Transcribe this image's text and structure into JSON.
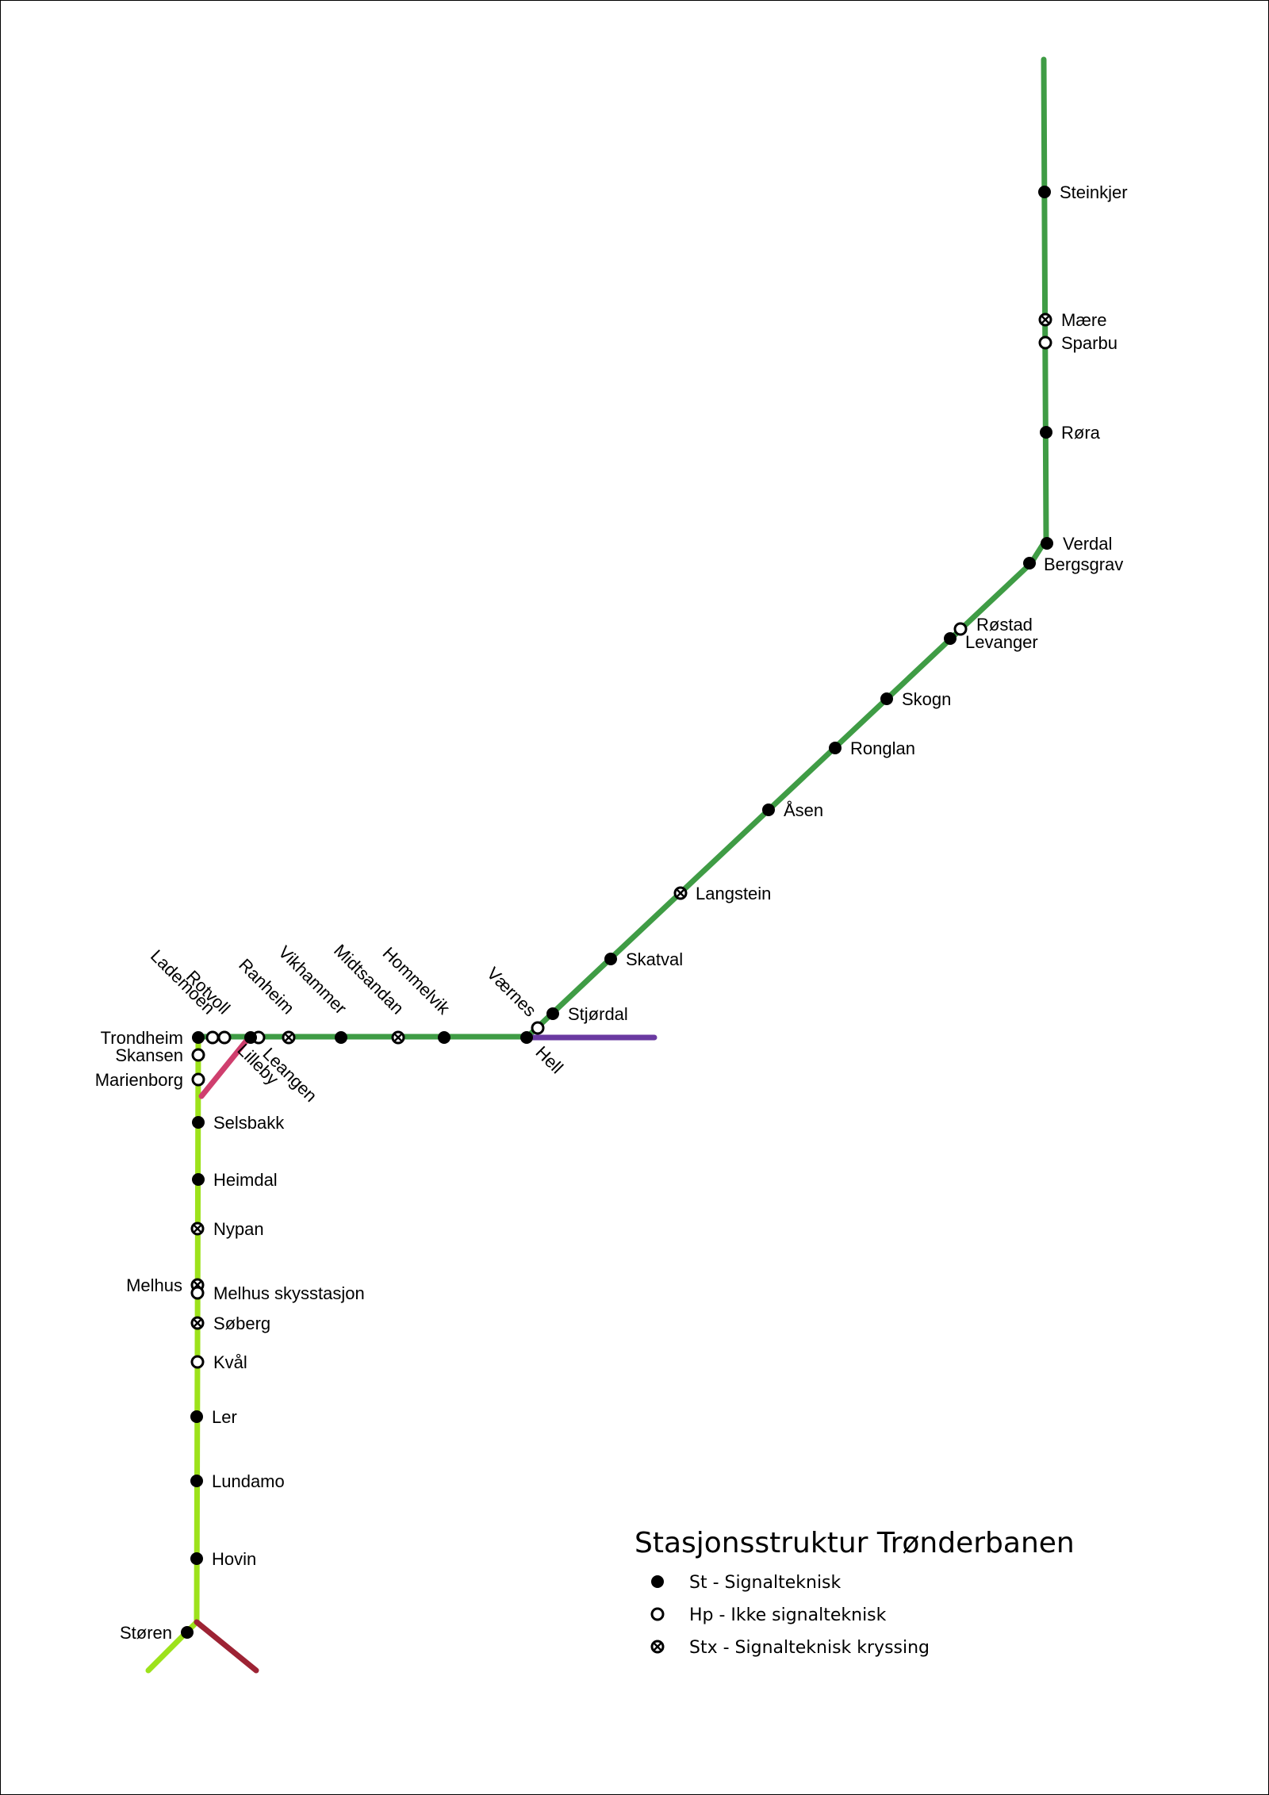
{
  "legend": {
    "title": "Stasjonsstruktur Trønderbanen",
    "items": [
      {
        "symbol": "st",
        "label": "St - Signalteknisk"
      },
      {
        "symbol": "hp",
        "label": "Hp - Ikke signalteknisk"
      },
      {
        "symbol": "stx",
        "label": "Stx - Signalteknisk kryssing"
      }
    ]
  },
  "colors": {
    "nordlandsbanen": "#3f9c45",
    "dovrebanen": "#9de21b",
    "stavne_leangen": "#cf3f6e",
    "meraker": "#6a3aa1",
    "rorosbanen": "#9d2334",
    "station_fill": "#000000",
    "hp_fill": "#ffffff"
  },
  "stations": [
    {
      "id": "steinkjer",
      "name": "Steinkjer",
      "type": "st"
    },
    {
      "id": "maere",
      "name": "Mære",
      "type": "stx"
    },
    {
      "id": "sparbu",
      "name": "Sparbu",
      "type": "hp"
    },
    {
      "id": "rora",
      "name": "Røra",
      "type": "st"
    },
    {
      "id": "verdal",
      "name": "Verdal",
      "type": "st"
    },
    {
      "id": "bergsgrav",
      "name": "Bergsgrav",
      "type": "st"
    },
    {
      "id": "rostad",
      "name": "Røstad",
      "type": "hp"
    },
    {
      "id": "levanger",
      "name": "Levanger",
      "type": "st"
    },
    {
      "id": "skogn",
      "name": "Skogn",
      "type": "st"
    },
    {
      "id": "ronglan",
      "name": "Ronglan",
      "type": "st"
    },
    {
      "id": "asen",
      "name": "Åsen",
      "type": "st"
    },
    {
      "id": "langstein",
      "name": "Langstein",
      "type": "stx"
    },
    {
      "id": "skatval",
      "name": "Skatval",
      "type": "st"
    },
    {
      "id": "stjordal",
      "name": "Stjørdal",
      "type": "st"
    },
    {
      "id": "vaernes",
      "name": "Værnes",
      "type": "hp"
    },
    {
      "id": "hell",
      "name": "Hell",
      "type": "st"
    },
    {
      "id": "hommelvik",
      "name": "Hommelvik",
      "type": "st"
    },
    {
      "id": "midtsandan",
      "name": "Midtsandan",
      "type": "stx"
    },
    {
      "id": "vikhammer",
      "name": "Vikhammer",
      "type": "st"
    },
    {
      "id": "ranheim",
      "name": "Ranheim",
      "type": "stx"
    },
    {
      "id": "leangen",
      "name": "Leangen",
      "type": "hp"
    },
    {
      "id": "lilleby",
      "name": "Lilleby",
      "type": "st"
    },
    {
      "id": "rotvoll",
      "name": "Rotvoll",
      "type": "hp"
    },
    {
      "id": "lademoen",
      "name": "Lademoen",
      "type": "hp"
    },
    {
      "id": "trondheim",
      "name": "Trondheim",
      "type": "st"
    },
    {
      "id": "skansen",
      "name": "Skansen",
      "type": "hp"
    },
    {
      "id": "marienborg",
      "name": "Marienborg",
      "type": "hp"
    },
    {
      "id": "selsbakk",
      "name": "Selsbakk",
      "type": "st"
    },
    {
      "id": "heimdal",
      "name": "Heimdal",
      "type": "st"
    },
    {
      "id": "nypan",
      "name": "Nypan",
      "type": "stx"
    },
    {
      "id": "melhus",
      "name": "Melhus",
      "type": "stx"
    },
    {
      "id": "melhus_skyss",
      "name": "Melhus skysstasjon",
      "type": "hp"
    },
    {
      "id": "soberg",
      "name": "Søberg",
      "type": "stx"
    },
    {
      "id": "kval",
      "name": "Kvål",
      "type": "hp"
    },
    {
      "id": "ler",
      "name": "Ler",
      "type": "st"
    },
    {
      "id": "lundamo",
      "name": "Lundamo",
      "type": "st"
    },
    {
      "id": "hovin",
      "name": "Hovin",
      "type": "st"
    },
    {
      "id": "storen",
      "name": "Støren",
      "type": "st"
    }
  ]
}
